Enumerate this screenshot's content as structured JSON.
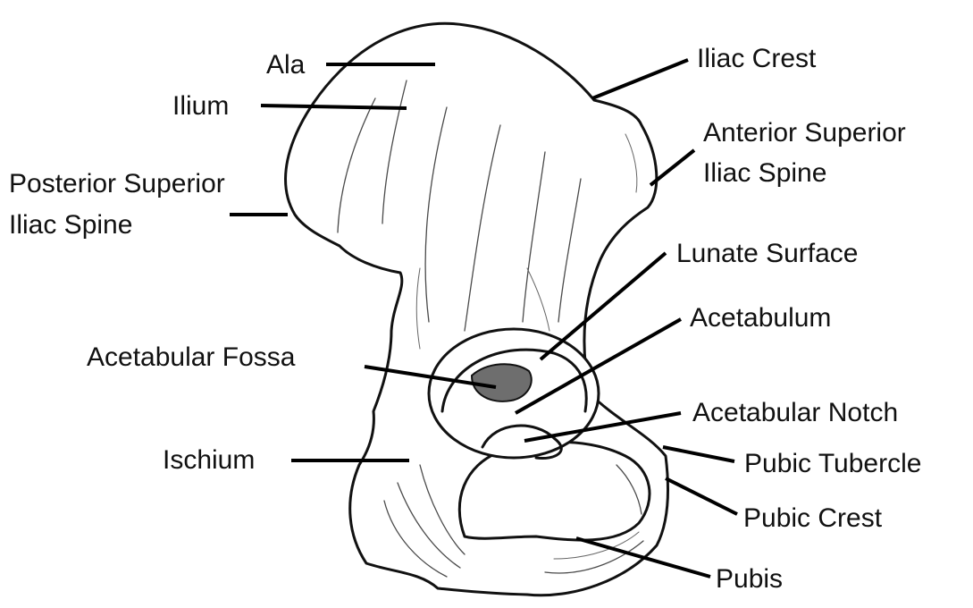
{
  "diagram": {
    "colors": {
      "background": "#ffffff",
      "outline": "#111111",
      "fossa_fill": "#6e6e6e",
      "leader": "#000000",
      "label_text": "#111111"
    },
    "labels": {
      "ala": "Ala",
      "ilium": "Ilium",
      "posterior_superior_line1": "Posterior Superior",
      "posterior_superior_line2": "Iliac Spine",
      "iliac_crest": "Iliac Crest",
      "anterior_superior_line1": "Anterior Superior",
      "anterior_superior_line2": "Iliac Spine",
      "lunate_surface": "Lunate Surface",
      "acetabulum": "Acetabulum",
      "acetabular_fossa": "Acetabular Fossa",
      "acetabular_notch": "Acetabular Notch",
      "ischium": "Ischium",
      "pubic_tubercle": "Pubic Tubercle",
      "pubic_crest": "Pubic Crest",
      "pubis": "Pubis"
    }
  }
}
